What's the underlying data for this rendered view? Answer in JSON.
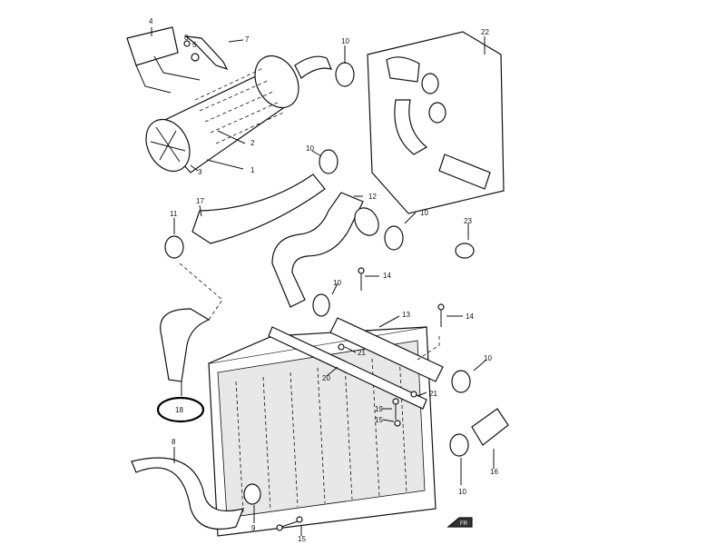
{
  "callouts": {
    "p1": "1",
    "p2": "2",
    "p3": "3",
    "p4": "4",
    "p5": "5",
    "p6": "6",
    "p7": "7",
    "p8": "8",
    "p9": "9",
    "p10a": "10",
    "p10b": "10",
    "p10c": "10",
    "p10d": "10",
    "p10e": "10",
    "p10f": "10",
    "p11": "11",
    "p12": "12",
    "p13": "13",
    "p14a": "14",
    "p14b": "14",
    "p15a": "15",
    "p15b": "15",
    "p16": "16",
    "p17": "17",
    "p18": "18",
    "p19": "19",
    "p20": "20",
    "p21a": "21",
    "p21b": "21",
    "p22": "22",
    "p23": "23"
  },
  "front_arrow": "FR"
}
